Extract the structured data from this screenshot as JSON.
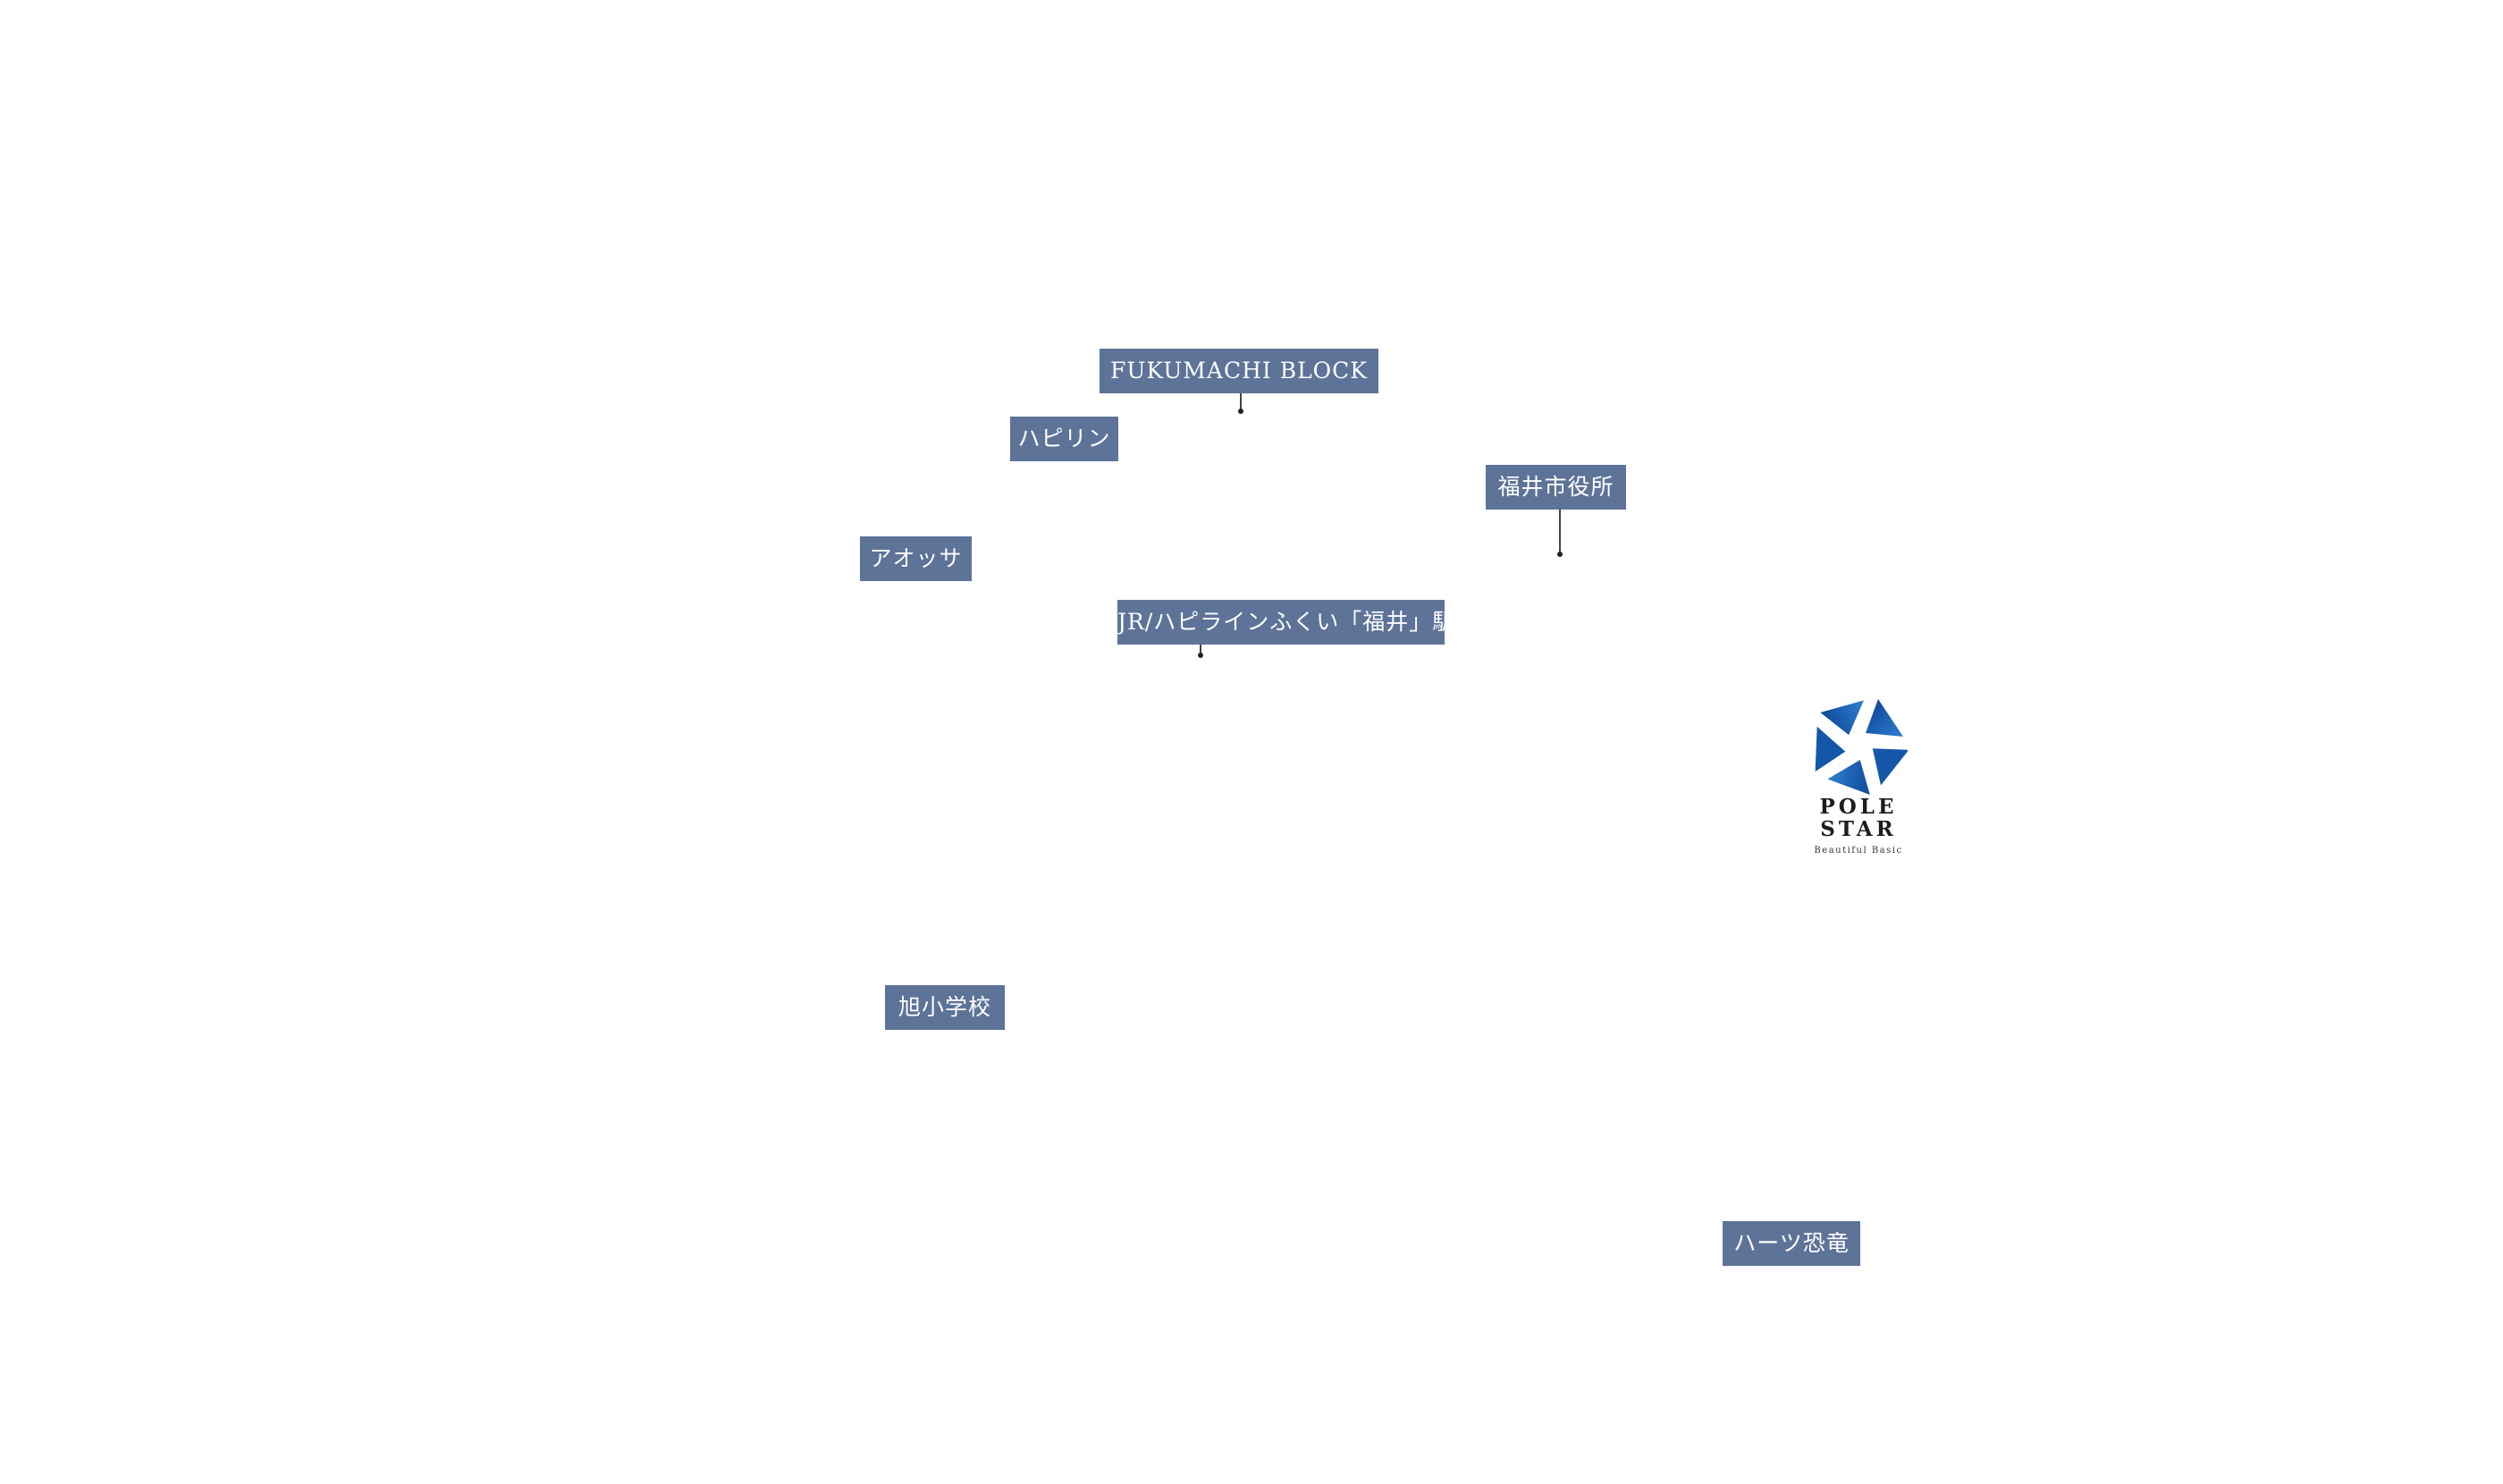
{
  "map": {
    "labels": {
      "fukumachi": "FUKUMACHI BLOCK",
      "hapirin": "ハピリン",
      "city_hall": "福井市役所",
      "aossa": "アオッサ",
      "station": "JR/ハピラインふくい「福井」駅",
      "asahi_school": "旭小学校",
      "hearts": "ハーツ恐竜"
    },
    "label_color": "#5d7398"
  },
  "logo": {
    "name_line1": "POLE",
    "name_line2": "STAR",
    "tagline": "Beautiful Basic",
    "brand_color": "#1457a8"
  }
}
